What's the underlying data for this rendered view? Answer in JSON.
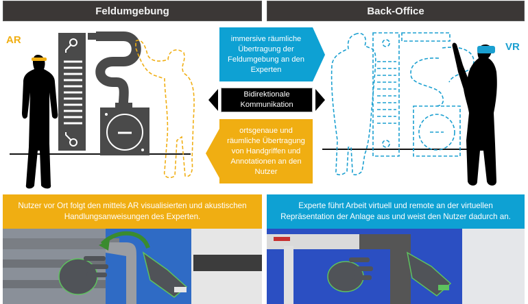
{
  "headers": {
    "left": "Feldumgebung",
    "right": "Back-Office"
  },
  "tags": {
    "left": "AR",
    "right": "VR"
  },
  "flow_boxes": {
    "to_expert": "immersive räumliche Übertragung der Feldumgebung an den Experten",
    "bidirectional": "Bidirektionale Kommunikation",
    "to_user": "ortsgenaue und räumliche Übertragung von Handgriffen und Annotationen an den Nutzer"
  },
  "captions": {
    "left": "Nutzer vor Ort folgt den mittels AR visualisierten und akustischen Handlungsanweisungen des Experten.",
    "right": "Experte führt Arbeit virtuell und remote an der virtuellen Repräsentation der Anlage aus und weist den Nutzer dadurch an."
  },
  "colors": {
    "header_bg": "#3b3736",
    "field_accent": "#f0ae12",
    "office_accent": "#0ea1d3",
    "machine_gray": "#4a4a4a"
  }
}
